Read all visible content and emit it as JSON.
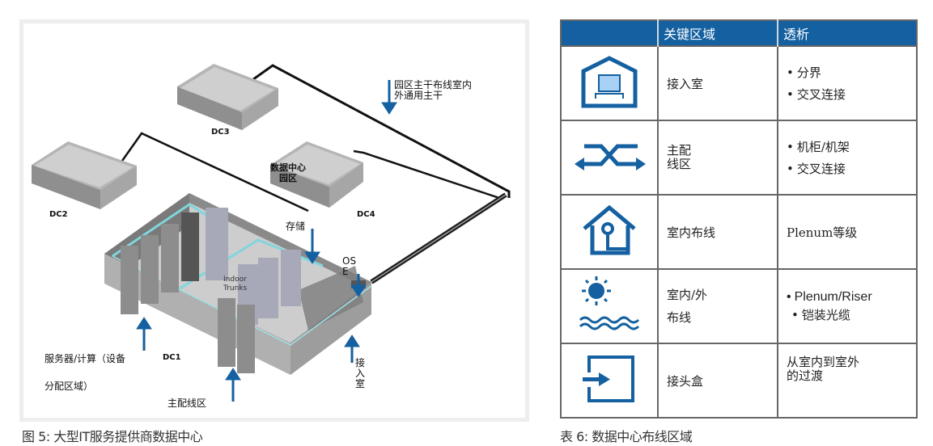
{
  "figure": {
    "caption": "图 5: 大型IT服务提供商数据中心",
    "labels": {
      "backbone": "园区主干布线室内\n外通用主干",
      "campus": "数据中心\n园区",
      "dc1": "DC1",
      "dc2": "DC2",
      "dc3": "DC3",
      "dc4": "DC4",
      "storage": "存储",
      "ose": "OS\nE",
      "indoor_trunks": "Indoor\nTrunks",
      "server_area": "服务器/计算（设备",
      "server_area_2": "分配区域）",
      "main_distribution": "主配线区",
      "entrance_room": "接\n入\n室"
    },
    "colors": {
      "arrow": "#1460a0",
      "trunk": "#7fd6dc",
      "building": "#9a9a9a",
      "cable": "#111111"
    }
  },
  "table": {
    "caption": "表 6: 数据中心布线区域",
    "header_color": "#1460a0",
    "headers": [
      "",
      "关键区域",
      "透析"
    ],
    "rows": [
      {
        "icon": "entrance-room-icon",
        "zone": "接入室",
        "notes": [
          "分界",
          "交叉连接"
        ]
      },
      {
        "icon": "cross-connect-icon",
        "zone": "主配\n线区",
        "notes": [
          "机柜/机架",
          "交叉连接"
        ]
      },
      {
        "icon": "indoor-cabling-icon",
        "zone": "室内布线",
        "notes_text": "Plenum等级"
      },
      {
        "icon": "indoor-outdoor-icon",
        "zone": "室内/外\n布线",
        "notes": [
          "Plenum/Riser",
          "铠装光缆"
        ]
      },
      {
        "icon": "splice-box-icon",
        "zone": "接头盒",
        "notes_text": "从室内到室外\n的过渡"
      }
    ]
  }
}
